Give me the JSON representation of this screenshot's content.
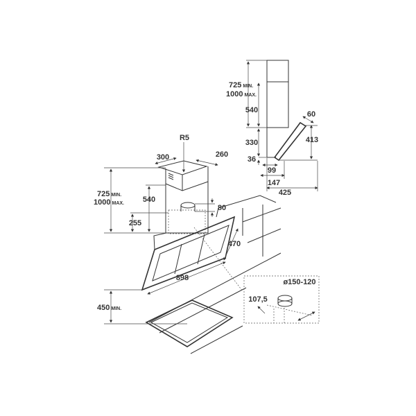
{
  "side_view": {
    "height_min": "725",
    "min_label": "MIN.",
    "height_max": "1000",
    "max_label": "MAX.",
    "chimney_540": "540",
    "body_330": "330",
    "base_36": "36",
    "depth_99": "99",
    "depth_147": "147",
    "depth_425": "425",
    "panel_60": "60",
    "panel_413": "413"
  },
  "main_view": {
    "radius": "R5",
    "width_300": "300",
    "depth_260": "260",
    "height_min": "725",
    "min_label": "MIN.",
    "height_max": "1000",
    "max_label": "MAX.",
    "chimney_540": "540",
    "bracket_255": "255",
    "outlet_80": "80",
    "panel_470": "470",
    "width_898": "898",
    "hob_distance": "450",
    "hob_min_label": "MIN."
  },
  "detail": {
    "diameter": "ø150-120",
    "offset": "107,5"
  }
}
